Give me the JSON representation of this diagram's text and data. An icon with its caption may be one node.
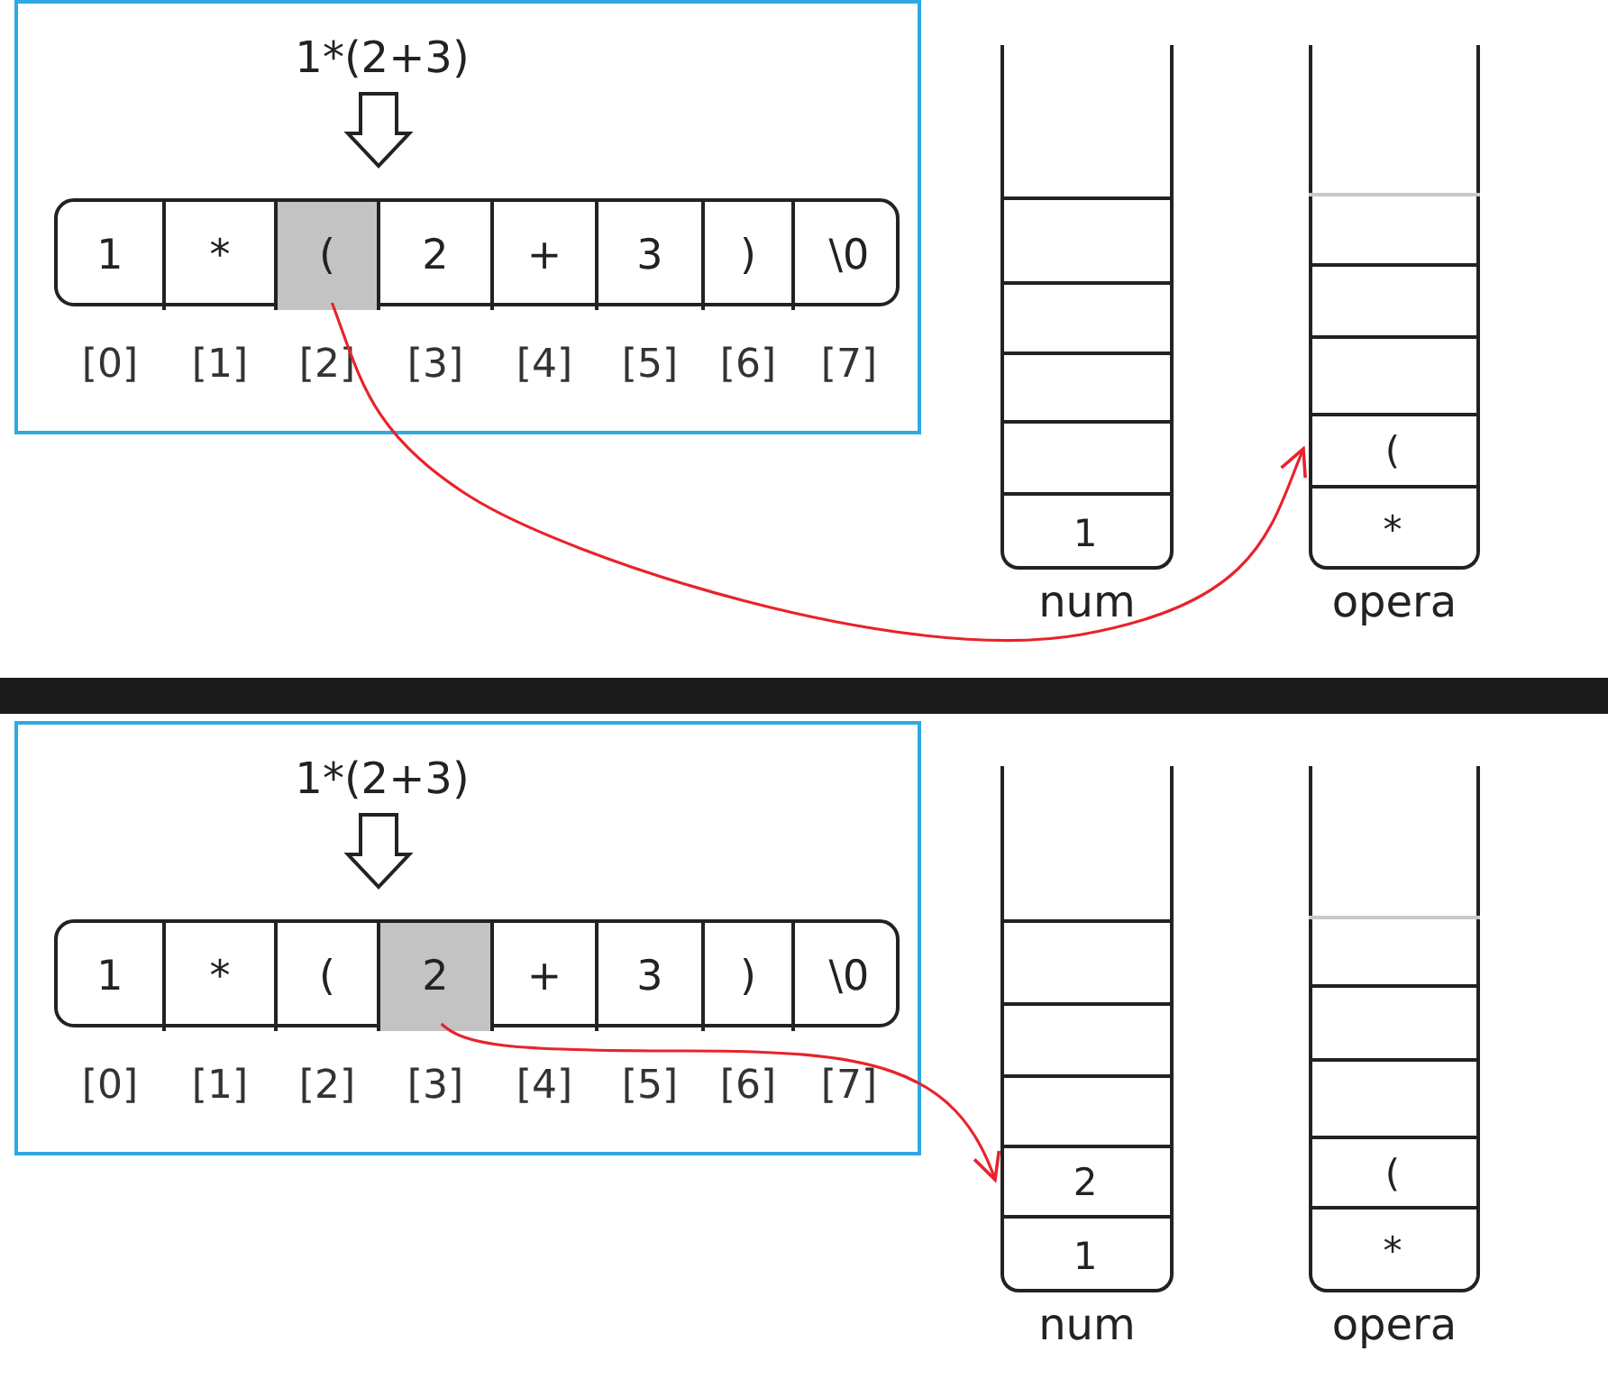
{
  "diagram": {
    "nodes": [
      {
        "text": [],
        "shape": "box"
      },
      {
        "text": [
          "1*(2+3)"
        ],
        "in": 0
      },
      {
        "text": [],
        "shape": "bar",
        "in": 0
      },
      {
        "text": [
          "1"
        ],
        "in": 2,
        "beside": [
          "[0]"
        ]
      },
      {
        "text": [
          "*"
        ],
        "in": 2,
        "beside": [
          "[1]"
        ]
      },
      {
        "text": [
          "("
        ],
        "in": 2,
        "beside": [
          "[2]"
        ]
      },
      {
        "text": [
          "2"
        ],
        "in": 2,
        "beside": [
          "[3]"
        ]
      },
      {
        "text": [
          "+"
        ],
        "in": 2,
        "beside": [
          "[4]"
        ]
      },
      {
        "text": [
          "3"
        ],
        "in": 2,
        "beside": [
          "[5]"
        ]
      },
      {
        "text": [
          ")"
        ],
        "in": 2,
        "beside": [
          "[6]"
        ]
      },
      {
        "text": [
          "\\0"
        ],
        "in": 2,
        "beside": [
          "[7]"
        ]
      },
      {
        "text": [
          "num"
        ]
      },
      {
        "text": [
          "1"
        ],
        "in": 11
      },
      {
        "text": [
          "opera"
        ]
      },
      {
        "text": [
          "("
        ],
        "in": 13
      },
      {
        "text": [
          "*"
        ],
        "in": 13
      },
      {
        "text": [],
        "shape": "box"
      },
      {
        "text": [
          "1*(2+3)"
        ],
        "in": 16
      },
      {
        "text": [],
        "shape": "bar",
        "in": 16
      },
      {
        "text": [
          "1"
        ],
        "in": 18,
        "beside": [
          "[0]"
        ]
      },
      {
        "text": [
          "*"
        ],
        "in": 18,
        "beside": [
          "[1]"
        ]
      },
      {
        "text": [
          "("
        ],
        "in": 18,
        "beside": [
          "[2]"
        ]
      },
      {
        "text": [
          "2"
        ],
        "in": 18,
        "beside": [
          "[3]"
        ]
      },
      {
        "text": [
          "+"
        ],
        "in": 18,
        "beside": [
          "[4]"
        ]
      },
      {
        "text": [
          "3"
        ],
        "in": 18,
        "beside": [
          "[5]"
        ]
      },
      {
        "text": [
          ")"
        ],
        "in": 18,
        "beside": [
          "[6]"
        ]
      },
      {
        "text": [
          "\\0"
        ],
        "in": 18,
        "beside": [
          "[7]"
        ]
      },
      {
        "text": [
          "num"
        ]
      },
      {
        "text": [
          "2"
        ],
        "in": 27
      },
      {
        "text": [
          "1"
        ],
        "in": 27
      },
      {
        "text": [
          "opera"
        ]
      },
      {
        "text": [
          "("
        ],
        "in": 30
      },
      {
        "text": [
          "*"
        ],
        "in": 30
      },
      {
        "text": [],
        "shape": "bar"
      }
    ],
    "edges": [
      {
        "from": 1,
        "to": 2,
        "arrow": "to",
        "style": "thick"
      },
      {
        "from": 5,
        "to": 14,
        "arrow": "to",
        "color": "#e8232b"
      },
      {
        "from": 17,
        "to": 18,
        "arrow": "to",
        "style": "thick"
      },
      {
        "from": 22,
        "to": 28,
        "arrow": "to",
        "color": "#e8232b"
      }
    ]
  }
}
